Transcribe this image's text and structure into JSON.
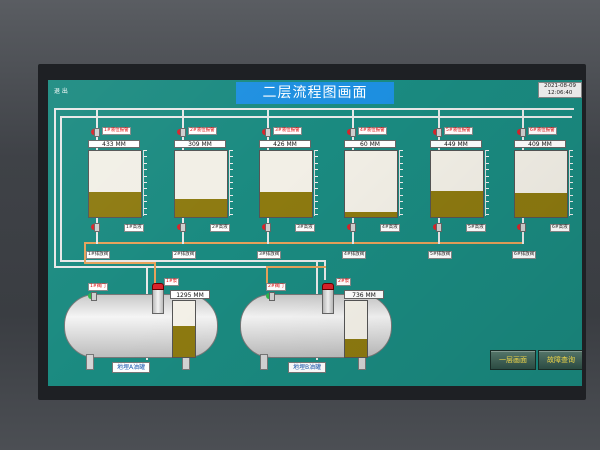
{
  "screen": {
    "title": "二层流程图画面",
    "corner_label": "退 出",
    "date": "2021-08-09",
    "time": "12:06:40"
  },
  "tanks": [
    {
      "level_label": "433 MM",
      "level_fraction": 0.38,
      "top_tag": "1#液位报警",
      "bottom_tag": "1#高液",
      "pipe_tag": "1#排放阀"
    },
    {
      "level_label": "309 MM",
      "level_fraction": 0.28,
      "top_tag": "2#液位报警",
      "bottom_tag": "2#高液",
      "pipe_tag": "2#排放阀"
    },
    {
      "level_label": "426 MM",
      "level_fraction": 0.38,
      "top_tag": "3#液位报警",
      "bottom_tag": "3#高液",
      "pipe_tag": "3#排放阀"
    },
    {
      "level_label": "60 MM",
      "level_fraction": 0.08,
      "top_tag": "4#液位报警",
      "bottom_tag": "4#高液",
      "pipe_tag": "4#排放阀"
    },
    {
      "level_label": "449 MM",
      "level_fraction": 0.4,
      "top_tag": "5#液位报警",
      "bottom_tag": "5#高液",
      "pipe_tag": "5#排放阀"
    },
    {
      "level_label": "409 MM",
      "level_fraction": 0.37,
      "top_tag": "6#液位报警",
      "bottom_tag": "6#高液",
      "pipe_tag": "6#排放阀"
    }
  ],
  "underground": [
    {
      "name": "地埋A油罐",
      "level_label": "1295 MM",
      "level_fraction": 0.55,
      "valve_tag": "1#阀门",
      "pump_tag": "1#泵"
    },
    {
      "name": "地埋B油罐",
      "level_label": "736 MM",
      "level_fraction": 0.32,
      "valve_tag": "2#阀门",
      "pump_tag": "2#泵"
    }
  ],
  "buttons": {
    "layer1": "一层画面",
    "fault": "故障查询"
  },
  "colors": {
    "background": "#1a8a80",
    "title_bar": "#1d8fe0",
    "fill": "#8d7a10",
    "oil_pipe": "#e6a15a",
    "alarm": "#d9232a",
    "button_text": "#ffe44d"
  }
}
